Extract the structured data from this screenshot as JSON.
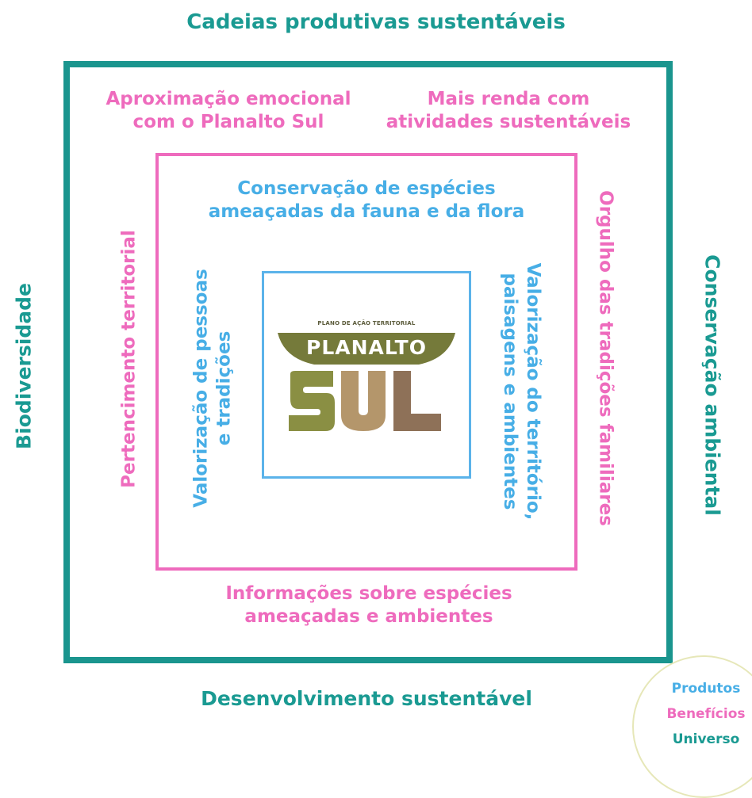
{
  "outer": {
    "top": "Cadeias produtivas sustentáveis",
    "bottom": "Desenvolvimento sustentável",
    "left": "Biodiversidade",
    "right": "Conservação ambiental"
  },
  "middle": {
    "top_left": [
      "Aproximação emocional",
      "com o Planalto Sul"
    ],
    "top_right": [
      "Mais renda com",
      "atividades sustentáveis"
    ],
    "left": "Pertencimento territorial",
    "right": "Orgulho das tradições familiares",
    "bottom": [
      "Informações sobre espécies",
      "ameaçadas e ambientes"
    ]
  },
  "inner": {
    "top": [
      "Conservação de espécies",
      "ameaçadas da fauna e da flora"
    ],
    "left": [
      "Valorização de pessoas",
      "e tradições"
    ],
    "right": [
      "Valorização do território,",
      "paisagens e ambientes"
    ]
  },
  "logo": {
    "tagline": "PLANO DE AÇÃO TERRITORIAL",
    "word": "PLANALTO",
    "word2": "SUL"
  },
  "corner": {
    "line1": "Produtos",
    "line2": "Benefícios",
    "line3": "Universo"
  },
  "colors": {
    "teal": "#1a958e",
    "pink": "#ee6bbd",
    "blue": "#47aee6",
    "logo_olive": "#757a3a",
    "logo_tan": "#b4966b"
  }
}
